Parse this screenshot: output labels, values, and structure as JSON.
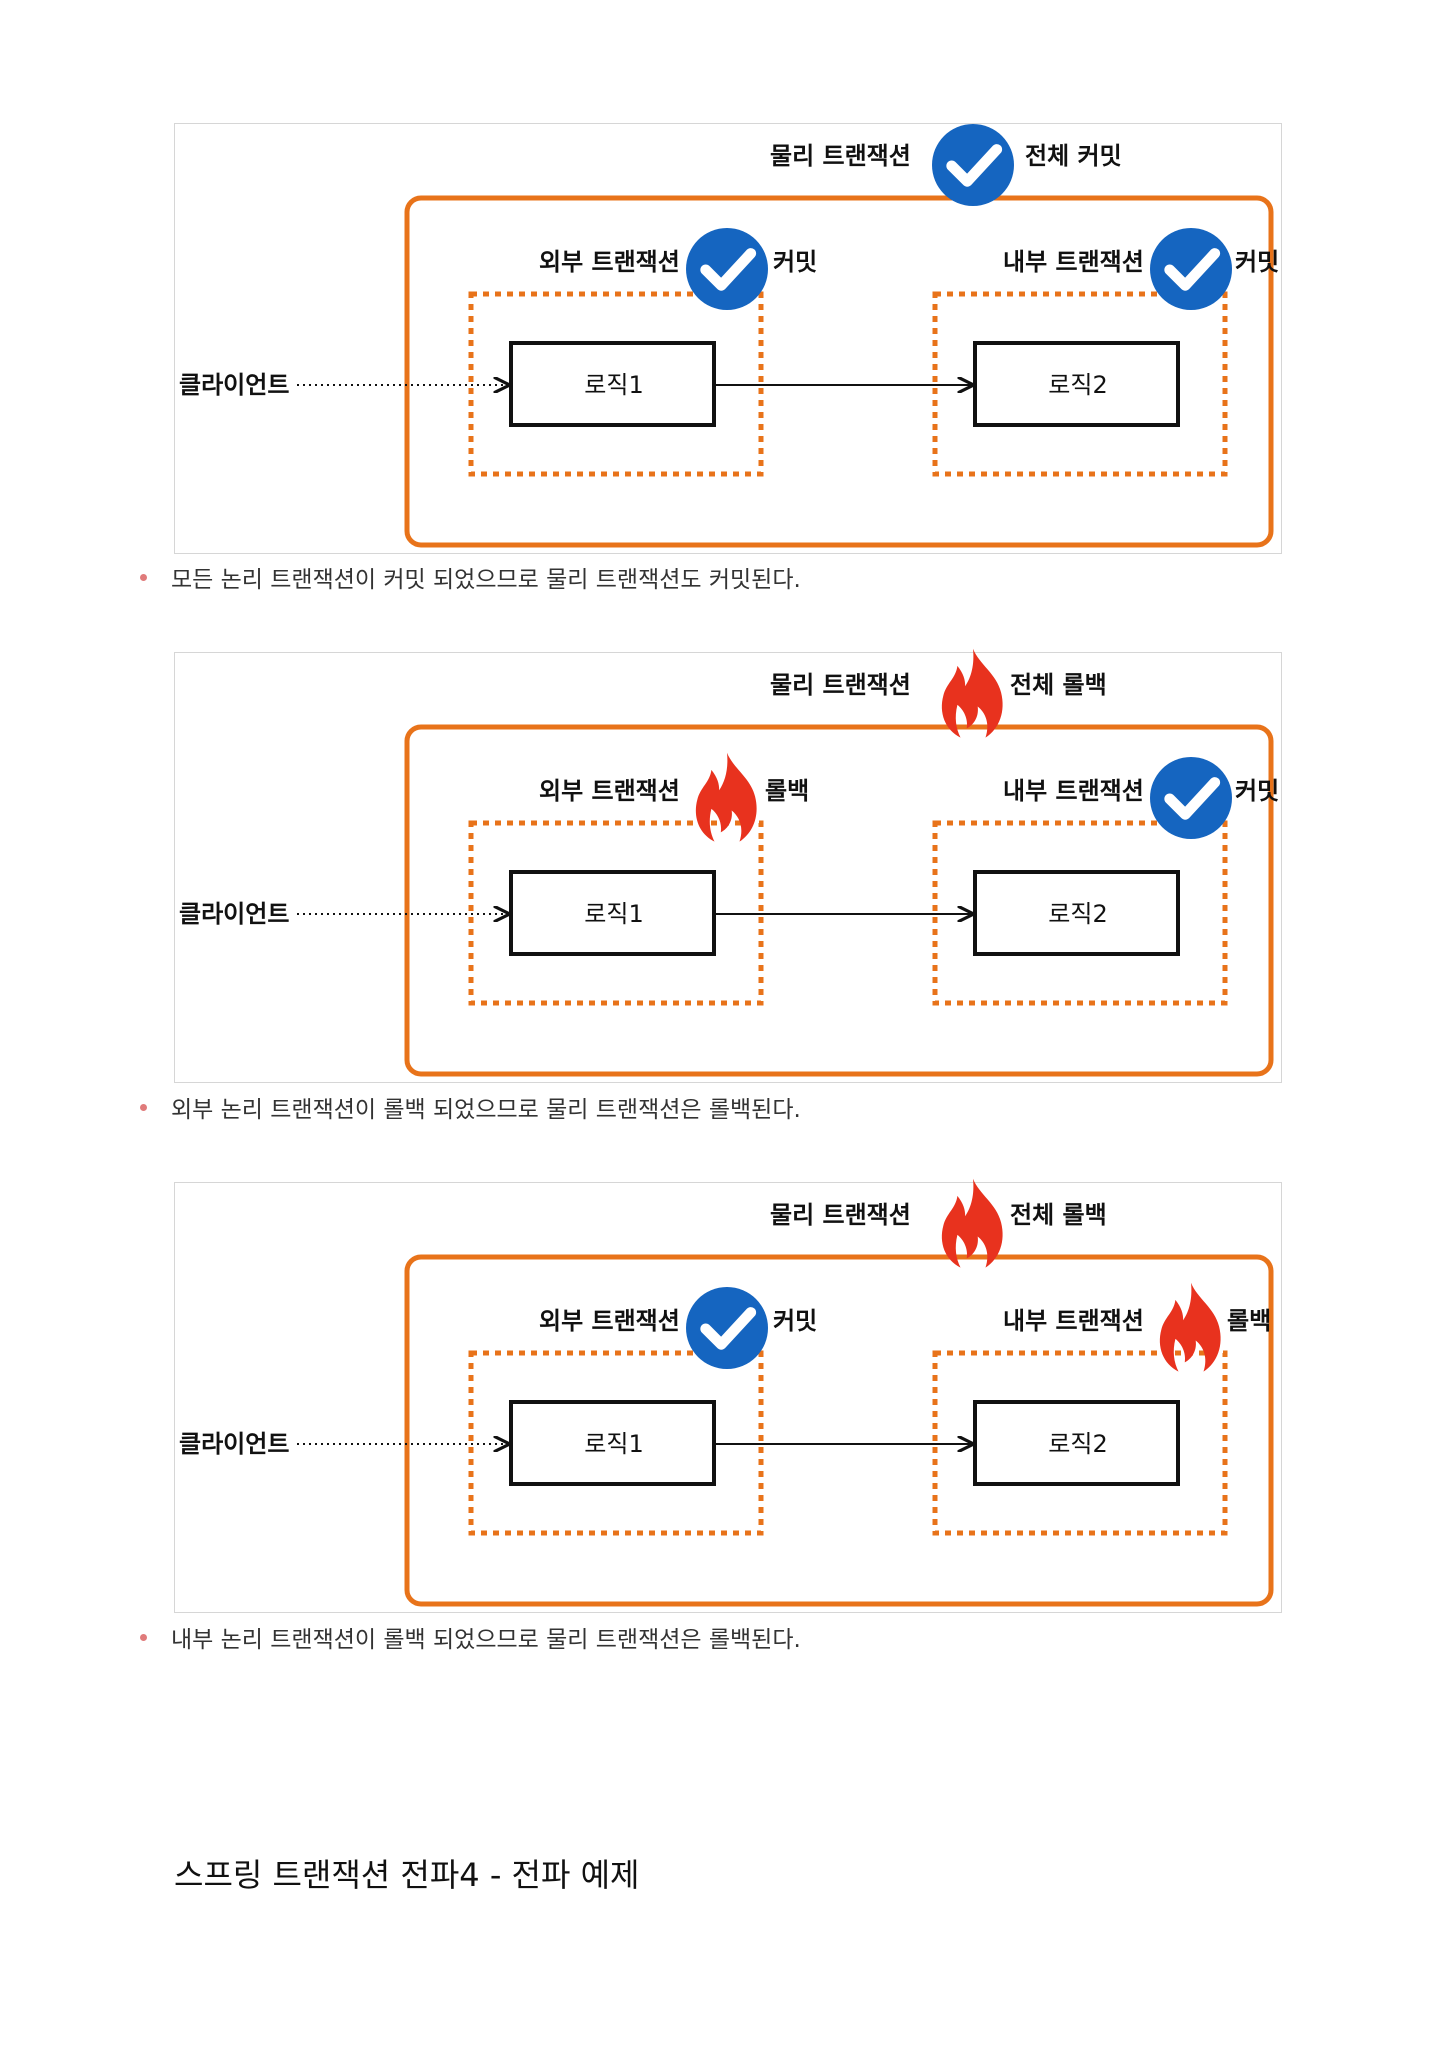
{
  "colors": {
    "orange": "#e8731a",
    "check_blue": "#1565c0",
    "flame_red": "#e8321e",
    "bullet": "#e07b7b"
  },
  "figures": [
    {
      "physical_tx": "물리 트랜잭션",
      "physical_result": "전체 커밋",
      "physical_icon": "check-icon",
      "outer_tx": "외부 트랜잭션",
      "outer_result": "커밋",
      "outer_icon": "check-icon",
      "inner_tx": "내부 트랜잭션",
      "inner_result": "커밋",
      "inner_icon": "check-icon",
      "client": "클라이언트",
      "logic1": "로직1",
      "logic2": "로직2"
    },
    {
      "physical_tx": "물리 트랜잭션",
      "physical_result": "전체 롤백",
      "physical_icon": "flame-icon",
      "outer_tx": "외부 트랜잭션",
      "outer_result": "롤백",
      "outer_icon": "flame-icon",
      "inner_tx": "내부 트랜잭션",
      "inner_result": "커밋",
      "inner_icon": "check-icon",
      "client": "클라이언트",
      "logic1": "로직1",
      "logic2": "로직2"
    },
    {
      "physical_tx": "물리 트랜잭션",
      "physical_result": "전체 롤백",
      "physical_icon": "flame-icon",
      "outer_tx": "외부 트랜잭션",
      "outer_result": "커밋",
      "outer_icon": "check-icon",
      "inner_tx": "내부 트랜잭션",
      "inner_result": "롤백",
      "inner_icon": "flame-icon",
      "client": "클라이언트",
      "logic1": "로직1",
      "logic2": "로직2"
    }
  ],
  "bullets": [
    "모든 논리 트랜잭션이 커밋 되었으므로 물리 트랜잭션도 커밋된다.",
    "외부 논리 트랜잭션이 롤백 되었으므로 물리 트랜잭션은 롤백된다.",
    "내부 논리 트랜잭션이 롤백 되었으므로 물리 트랜잭션은 롤백된다."
  ],
  "heading": "스프링 트랜잭션 전파4 - 전파 예제"
}
